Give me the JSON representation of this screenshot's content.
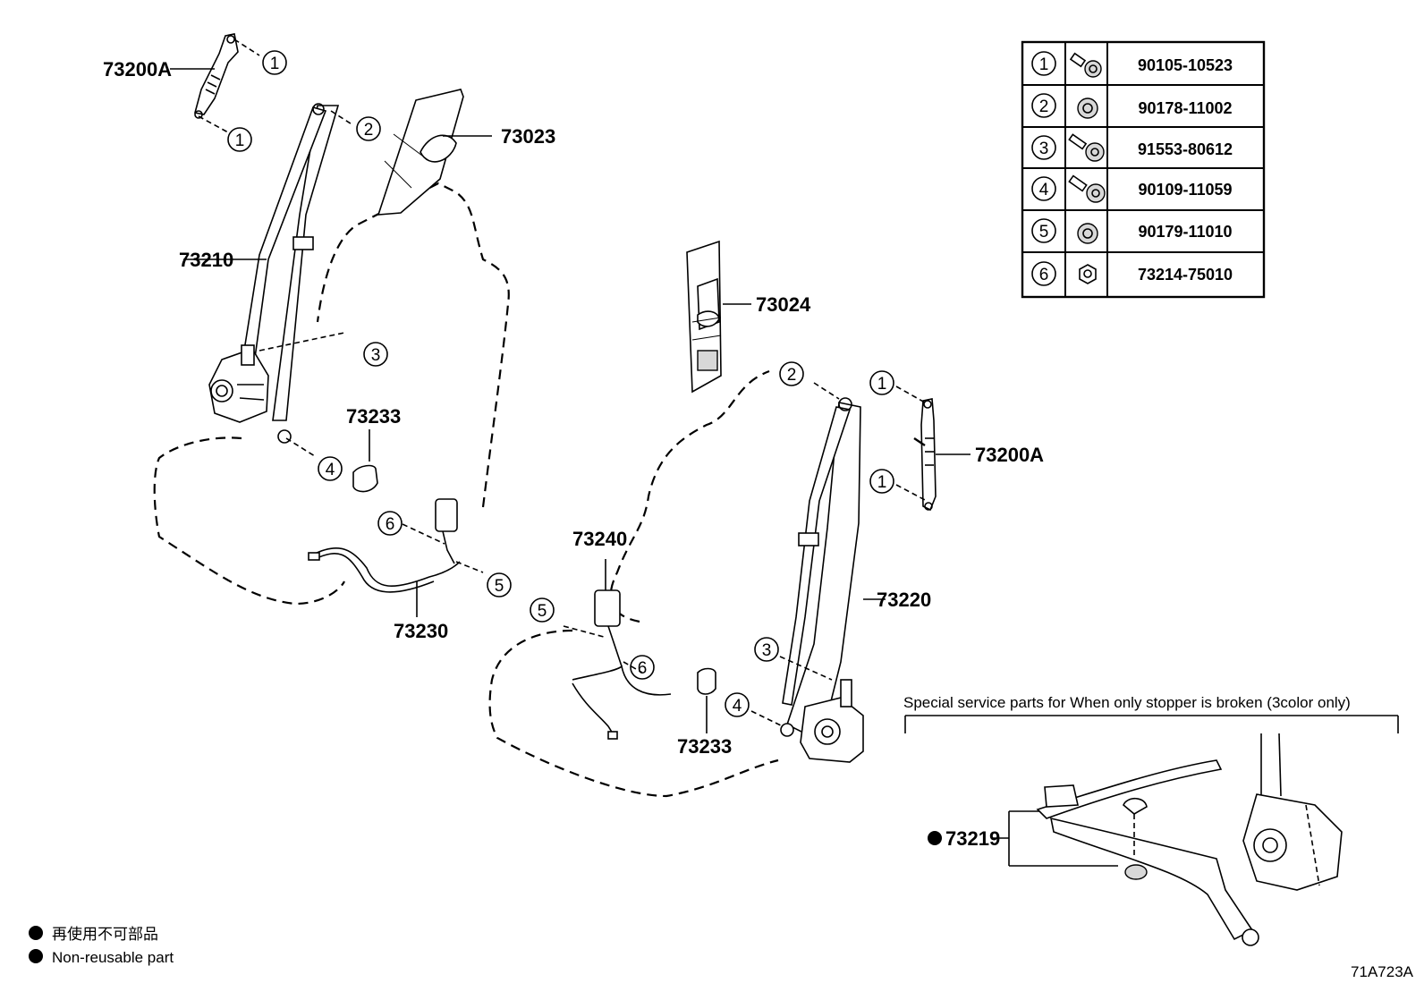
{
  "fastener_table": [
    {
      "ref": "1",
      "icon": "bolt-with-washer-icon",
      "part_no": "90105-10523"
    },
    {
      "ref": "2",
      "icon": "nut-icon",
      "part_no": "90178-11002"
    },
    {
      "ref": "3",
      "icon": "bolt-icon",
      "part_no": "91553-80612"
    },
    {
      "ref": "4",
      "icon": "bolt-with-washer-icon",
      "part_no": "90109-11059"
    },
    {
      "ref": "5",
      "icon": "nut-icon",
      "part_no": "90179-11010"
    },
    {
      "ref": "6",
      "icon": "nut-icon",
      "part_no": "73214-75010"
    }
  ],
  "part_labels": {
    "p73200A_left": "73200A",
    "p73023": "73023",
    "p73210": "73210",
    "p73233_left": "73233",
    "p73230": "73230",
    "p73024": "73024",
    "p73200A_right": "73200A",
    "p73240": "73240",
    "p73220": "73220",
    "p73233_right": "73233",
    "p73219": "73219"
  },
  "callouts": {
    "c1a": "1",
    "c1b": "1",
    "c2a": "2",
    "c3a": "3",
    "c4a": "4",
    "c6a": "6",
    "c5a": "5",
    "c5b": "5",
    "c6b": "6",
    "c2b": "2",
    "c1c": "1",
    "c1d": "1",
    "c3b": "3",
    "c4b": "4"
  },
  "special_service_caption": "Special service parts for When only stopper is broken (3color only)",
  "legend": {
    "line1": "再使用不可部品",
    "line2": "Non-reusable part"
  },
  "diagram_code": "71A723A"
}
